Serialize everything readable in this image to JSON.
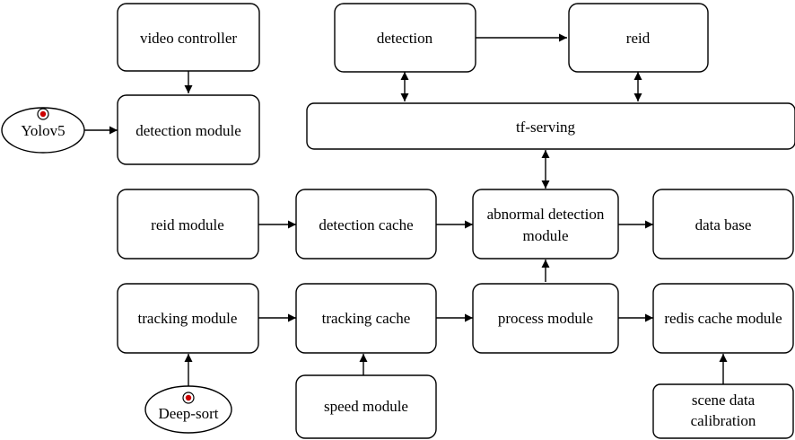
{
  "diagram": {
    "nodes": {
      "video_controller": "video controller",
      "detection_module": "detection module",
      "yolov5": "Yolov5",
      "detection": "detection",
      "reid": "reid",
      "tf_serving": "tf-serving",
      "reid_module": "reid module",
      "detection_cache": "detection cache",
      "abnormal_detection_module": [
        "abnormal detection",
        "module"
      ],
      "data_base": "data base",
      "tracking_module": "tracking module",
      "tracking_cache": "tracking cache",
      "process_module": "process module",
      "redis_cache_module": "redis cache module",
      "deep_sort": "Deep-sort",
      "speed_module": "speed module",
      "scene_data_calibration": [
        "scene data",
        "calibration"
      ]
    },
    "edges": [
      {
        "from": "video_controller",
        "to": "detection_module",
        "type": "directed"
      },
      {
        "from": "yolov5",
        "to": "detection_module",
        "type": "directed"
      },
      {
        "from": "detection",
        "to": "reid",
        "type": "directed"
      },
      {
        "from": "detection",
        "to": "tf_serving",
        "type": "bidirectional"
      },
      {
        "from": "reid",
        "to": "tf_serving",
        "type": "bidirectional"
      },
      {
        "from": "tf_serving",
        "to": "abnormal_detection_module",
        "type": "bidirectional"
      },
      {
        "from": "reid_module",
        "to": "detection_cache",
        "type": "directed"
      },
      {
        "from": "detection_cache",
        "to": "abnormal_detection_module",
        "type": "directed"
      },
      {
        "from": "abnormal_detection_module",
        "to": "data_base",
        "type": "directed"
      },
      {
        "from": "tracking_module",
        "to": "tracking_cache",
        "type": "directed"
      },
      {
        "from": "tracking_cache",
        "to": "process_module",
        "type": "directed"
      },
      {
        "from": "process_module",
        "to": "abnormal_detection_module",
        "type": "directed"
      },
      {
        "from": "process_module",
        "to": "redis_cache_module",
        "type": "directed"
      },
      {
        "from": "deep_sort",
        "to": "tracking_module",
        "type": "directed"
      },
      {
        "from": "speed_module",
        "to": "tracking_cache",
        "type": "directed"
      },
      {
        "from": "scene_data_calibration",
        "to": "redis_cache_module",
        "type": "directed"
      }
    ],
    "colors": {
      "stroke": "#000000",
      "fill": "#ffffff",
      "source_marker": "#cc0000"
    }
  }
}
